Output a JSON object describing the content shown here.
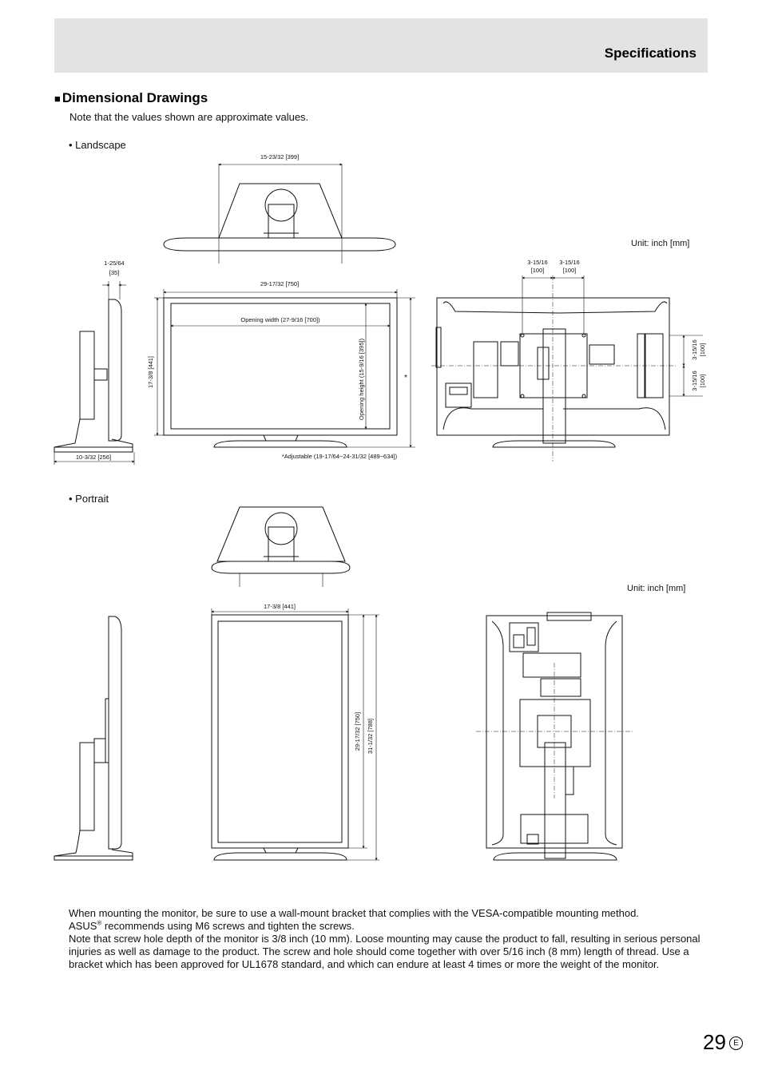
{
  "header": {
    "title": "Specifications"
  },
  "section": {
    "bullet": "n",
    "title": "Dimensional Drawings",
    "note": "Note that the values shown are approximate values."
  },
  "landscape": {
    "label": "• Landscape",
    "unit": "Unit: inch [mm]",
    "dims": {
      "stand_top_width": "15-23/32 [399]",
      "side_depth_top_a": "1-25/64",
      "side_depth_top_b": "[35]",
      "side_base_depth": "10-3/32 [256]",
      "front_width": "29-17/32 [750]",
      "opening_width": "Opening width (27-9/16 [700])",
      "front_height": "17-3/8 [441]",
      "opening_height": "Opening height (15-9/16 [395])",
      "asterisk": "*",
      "adjustable": "*Adjustable (19-17/64~24-31/32 [489~634])",
      "vesa_h1_a": "3-15/16",
      "vesa_h1_b": "[100]",
      "vesa_h2_a": "3-15/16",
      "vesa_h2_b": "[100]",
      "vesa_v1_a": "3-15/16",
      "vesa_v1_b": "[100]",
      "vesa_v2_a": "3-15/16",
      "vesa_v2_b": "[100]"
    }
  },
  "portrait": {
    "label": "• Portrait",
    "unit": "Unit: inch [mm]",
    "dims": {
      "front_width": "17-3/8 [441]",
      "front_height": "29-17/32 [750]",
      "total_height": "31-1/32 [788]"
    }
  },
  "paragraph1_a": "When mounting the monitor, be sure to use a wall-mount bracket that complies with the VESA-compatible mounting method.",
  "paragraph1_b": "ASUS",
  "paragraph1_sup": "®",
  "paragraph1_c": " recommends using M6 screws and tighten the screws.",
  "paragraph2": "Note that screw hole depth of the monitor is 3/8 inch (10 mm). Loose mounting may cause the product to fall, resulting in serious personal injuries as well as damage to the product. The screw and hole should come together with over 5/16 inch (8 mm) length of thread. Use a bracket which has been approved for UL1678 standard, and which can endure at least 4 times or more the weight of the monitor.",
  "page": {
    "number": "29",
    "letter": "E"
  }
}
